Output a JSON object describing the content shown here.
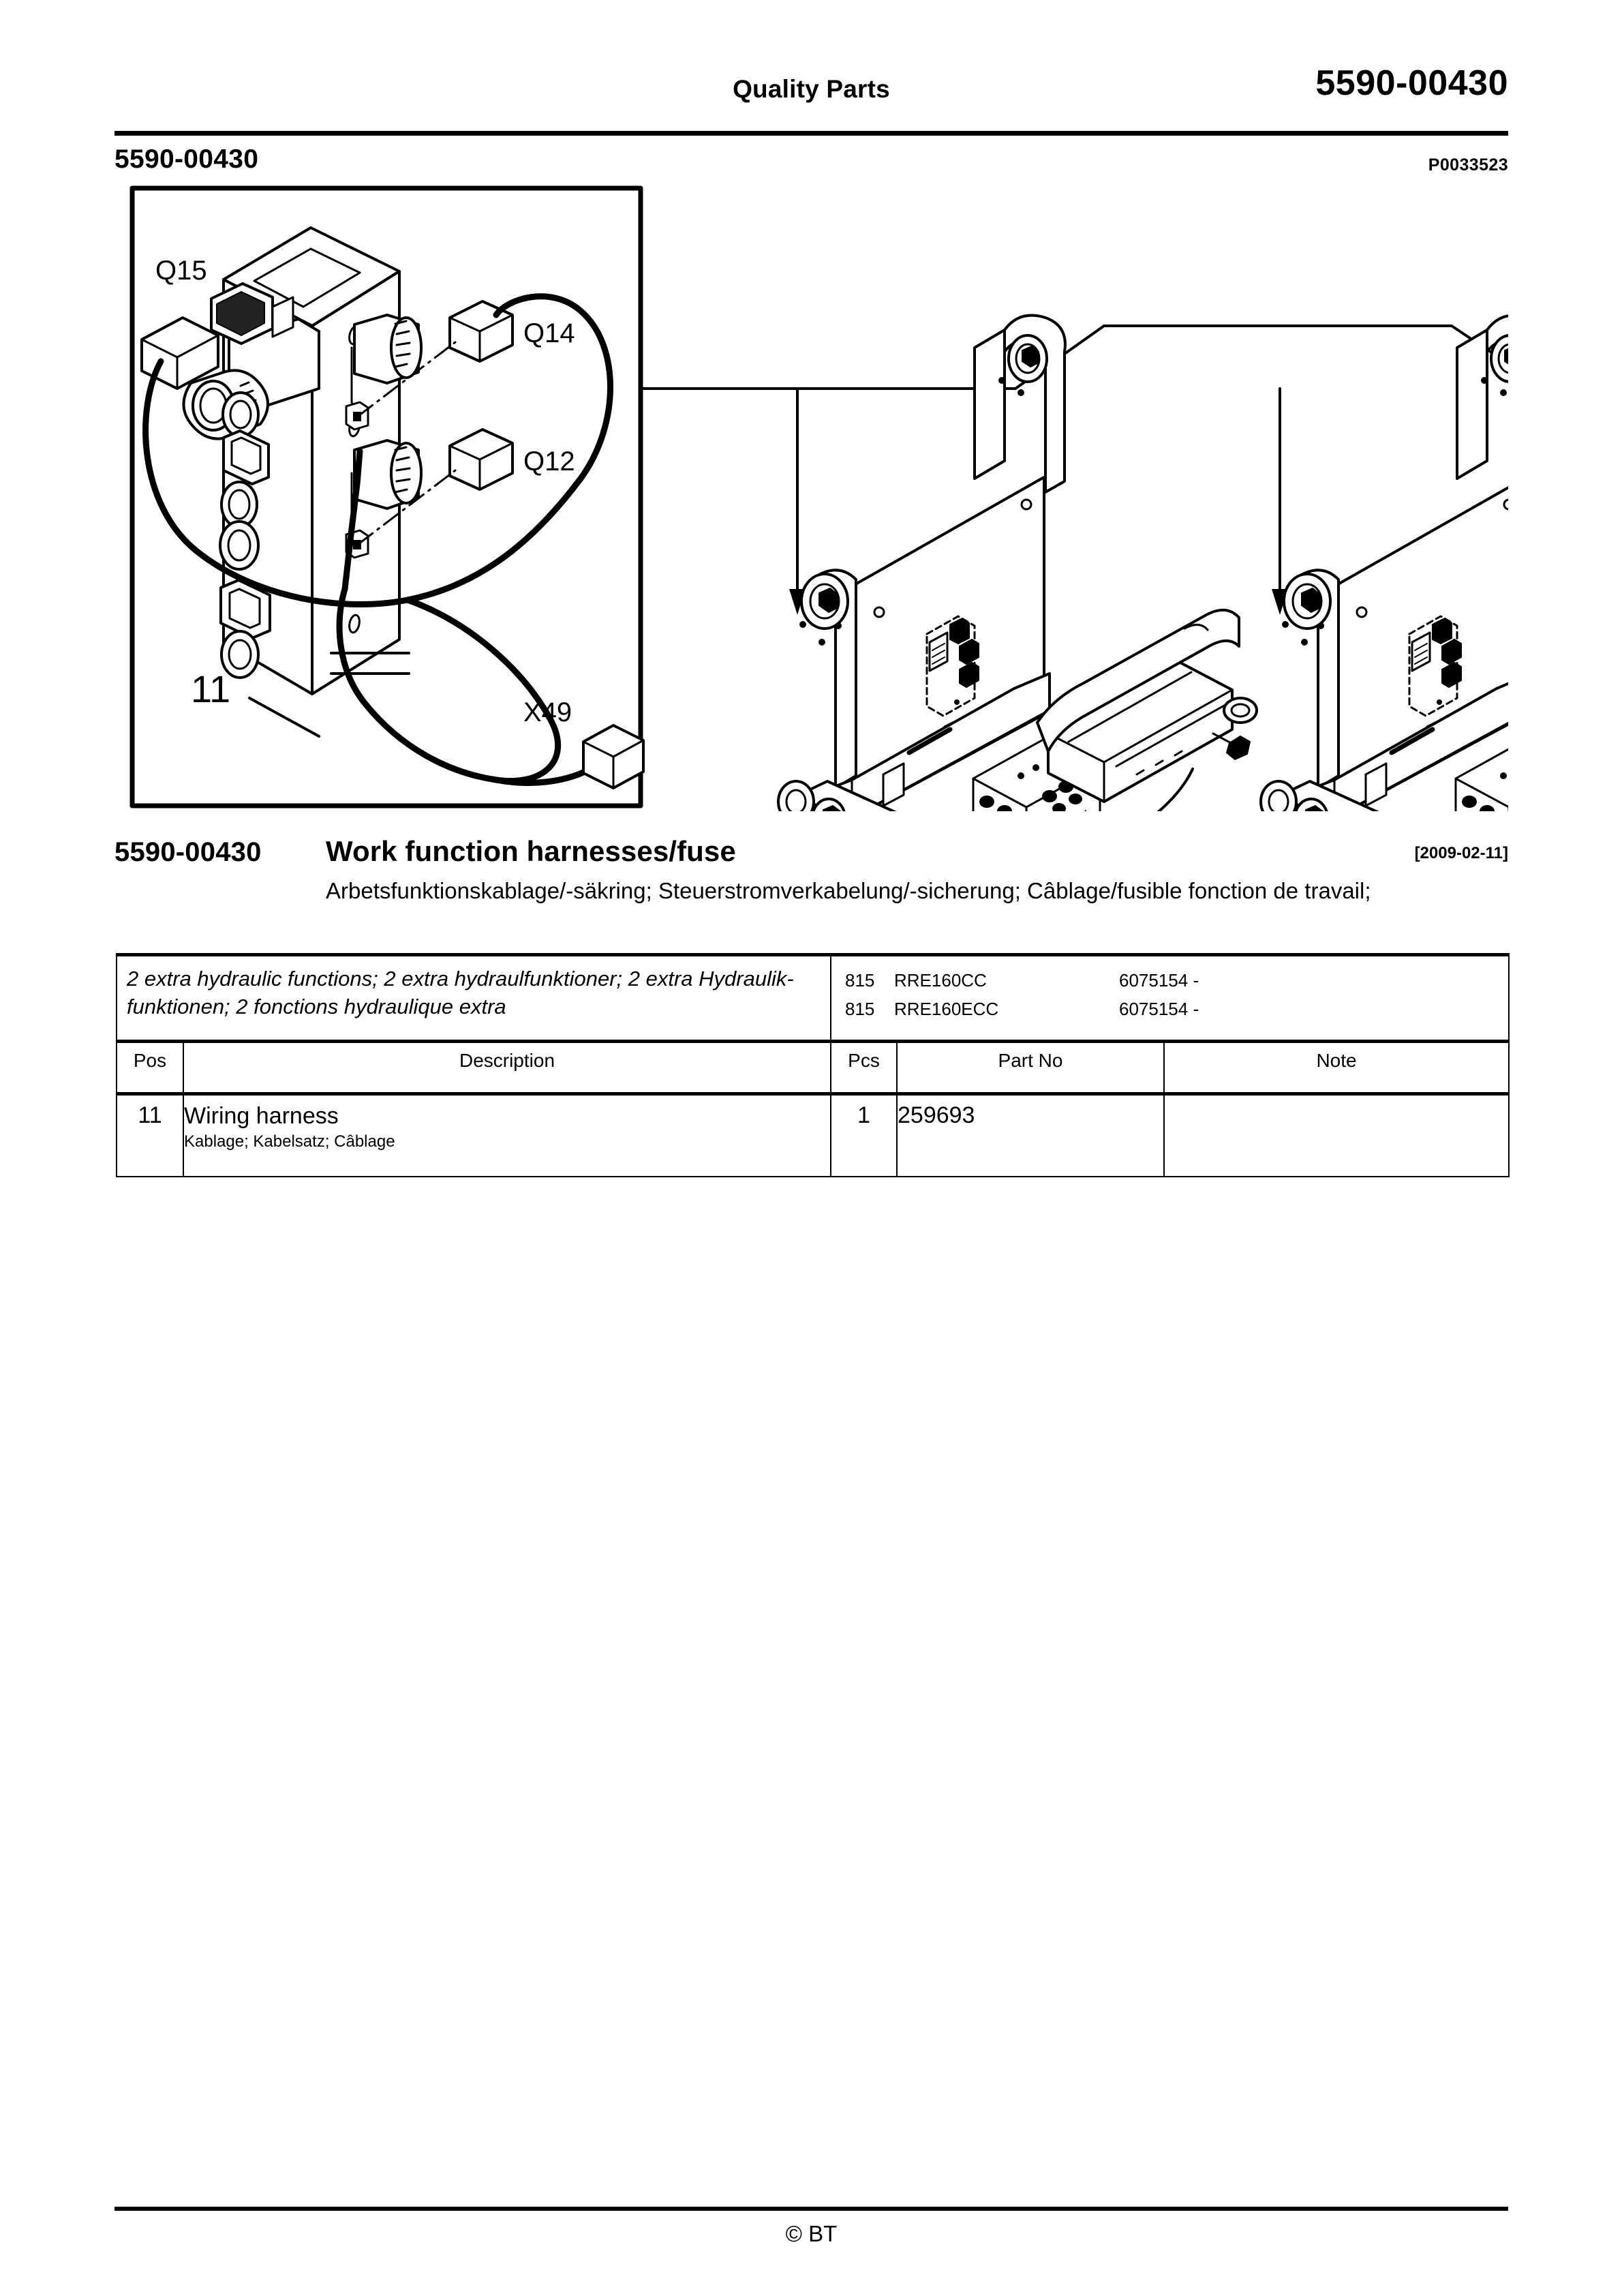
{
  "header": {
    "title": "Quality Parts",
    "doc_number": "5590-00430"
  },
  "subheader": {
    "group_code": "5590-00430",
    "figure_id": "P0033523"
  },
  "figure": {
    "callouts": [
      {
        "id": "q15",
        "label": "Q15"
      },
      {
        "id": "q14",
        "label": "Q14"
      },
      {
        "id": "q12",
        "label": "Q12"
      },
      {
        "id": "x49",
        "label": "X49"
      },
      {
        "id": "pos11",
        "label": "11"
      }
    ]
  },
  "title_block": {
    "code": "5590-00430",
    "name": "Work function harnesses/fuse",
    "date": "[2009-02-11]",
    "translations": "Arbetsfunktionskablage/-säkring; Steuerstromverkabelung/-sicherung; Câblage/fusible fonction de travail;"
  },
  "variant": {
    "description": "2 extra hydraulic functions; 2 extra hydraulfunktioner; 2 extra Hydraulik-funktionen; 2 fonctions hydraulique extra",
    "models": [
      {
        "code": "815",
        "model": "RRE160CC",
        "serial": "6075154 -"
      },
      {
        "code": "815",
        "model": "RRE160ECC",
        "serial": "6075154 -"
      }
    ]
  },
  "table": {
    "columns": {
      "pos": "Pos",
      "description": "Description",
      "pcs": "Pcs",
      "part_no": "Part No",
      "note": "Note"
    },
    "rows": [
      {
        "pos": "11",
        "description": "Wiring harness",
        "description_sub": "Kablage; Kabelsatz; Câblage",
        "pcs": "1",
        "part_no": "259693",
        "note": ""
      }
    ]
  },
  "footer": {
    "copyright": "© BT"
  }
}
